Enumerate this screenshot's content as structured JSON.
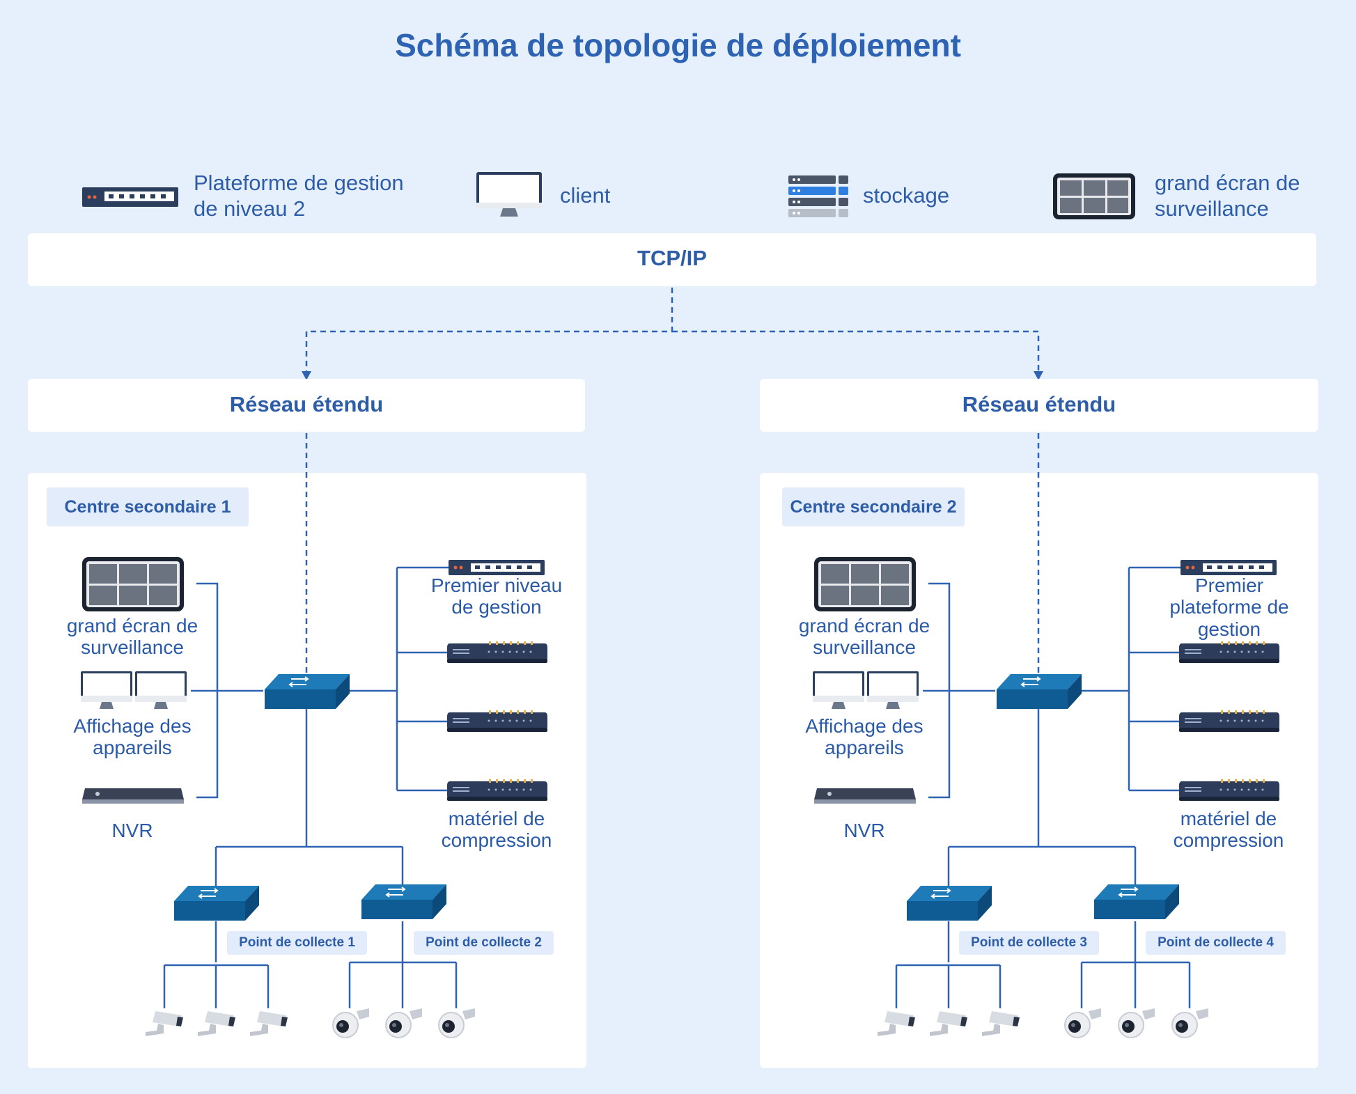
{
  "title": "Schéma de topologie de déploiement",
  "legend": [
    {
      "icon": "switch-icon",
      "label": "Plateforme de gestion de niveau 2"
    },
    {
      "icon": "monitor-icon",
      "label": "client"
    },
    {
      "icon": "storage-icon",
      "label": "stockage"
    },
    {
      "icon": "video-wall-icon",
      "label": "grand écran de surveillance"
    }
  ],
  "tcpip": "TCP/IP",
  "centers": [
    {
      "network": "Réseau étendu",
      "name": "Centre secondaire 1",
      "video_wall": "grand écran de surveillance",
      "display": "Affichage des appareils",
      "nvr": "NVR",
      "management": "Premier niveau de gestion",
      "compression": "matériel de compression",
      "collect_points": [
        "Point de collecte 1",
        "Point de collecte 2"
      ]
    },
    {
      "network": "Réseau étendu",
      "name": "Centre secondaire 2",
      "video_wall": "grand écran de surveillance",
      "display": "Affichage des appareils",
      "nvr": "NVR",
      "management": "Premier plateforme de gestion",
      "compression": "matériel de compression",
      "collect_points": [
        "Point de collecte 3",
        "Point de collecte 4"
      ]
    }
  ],
  "colors": {
    "background": "#e6f0fd",
    "line": "#2e62b3",
    "switch": "#1e6fa8",
    "device": "#3a4a6a"
  }
}
